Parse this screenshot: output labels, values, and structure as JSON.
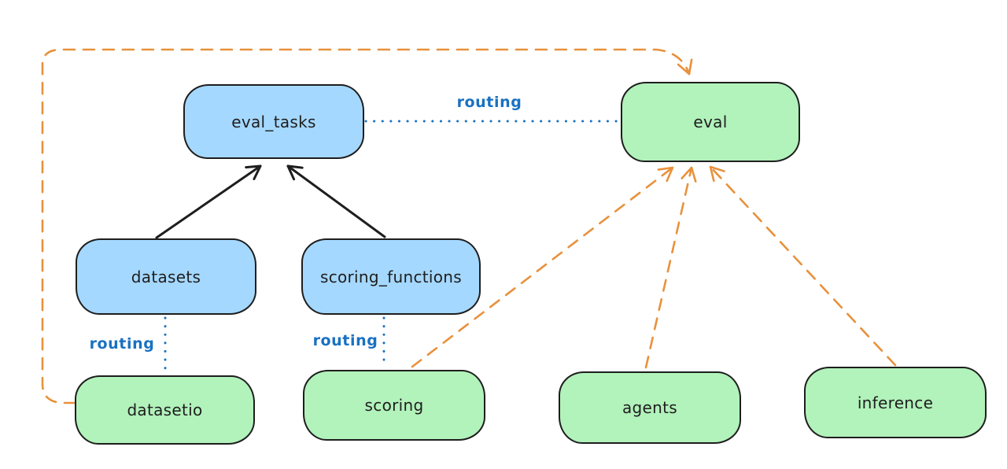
{
  "canvas": {
    "background": "#ffffff"
  },
  "colors": {
    "node_stroke": "#1e1e1e",
    "blue_node_fill": "#a5d8ff",
    "green_node_fill": "#b2f2bb",
    "solid_arrow": "#1e1e1e",
    "routing_line": "#1971c2",
    "routing_label_text": "#1971c2",
    "provider_arrow": "#e8913c"
  },
  "nodes": {
    "eval_tasks": {
      "label": "eval_tasks",
      "fill": "#a5d8ff"
    },
    "eval": {
      "label": "eval",
      "fill": "#b2f2bb"
    },
    "datasets": {
      "label": "datasets",
      "fill": "#a5d8ff"
    },
    "scoring_functions": {
      "label": "scoring_functions",
      "fill": "#a5d8ff"
    },
    "datasetio": {
      "label": "datasetio",
      "fill": "#b2f2bb"
    },
    "scoring": {
      "label": "scoring",
      "fill": "#b2f2bb"
    },
    "agents": {
      "label": "agents",
      "fill": "#b2f2bb"
    },
    "inference": {
      "label": "inference",
      "fill": "#b2f2bb"
    }
  },
  "edges": [
    {
      "from": "datasets",
      "to": "eval_tasks",
      "style": "solid",
      "color": "#1e1e1e",
      "arrowhead": "end"
    },
    {
      "from": "scoring_functions",
      "to": "eval_tasks",
      "style": "solid",
      "color": "#1e1e1e",
      "arrowhead": "end"
    },
    {
      "from": "eval_tasks",
      "to": "eval",
      "style": "dotted",
      "color": "#1971c2",
      "label": "routing"
    },
    {
      "from": "datasets",
      "to": "datasetio",
      "style": "dotted",
      "color": "#1971c2",
      "label": "routing"
    },
    {
      "from": "scoring_functions",
      "to": "scoring",
      "style": "dotted",
      "color": "#1971c2",
      "label": "routing"
    },
    {
      "from": "datasetio",
      "to": "eval",
      "style": "dashed",
      "color": "#e8913c",
      "arrowhead": "end",
      "route": "left-edge-top-loop"
    },
    {
      "from": "scoring",
      "to": "eval",
      "style": "dashed",
      "color": "#e8913c",
      "arrowhead": "end"
    },
    {
      "from": "agents",
      "to": "eval",
      "style": "dashed",
      "color": "#e8913c",
      "arrowhead": "end"
    },
    {
      "from": "inference",
      "to": "eval",
      "style": "dashed",
      "color": "#e8913c",
      "arrowhead": "end"
    }
  ]
}
